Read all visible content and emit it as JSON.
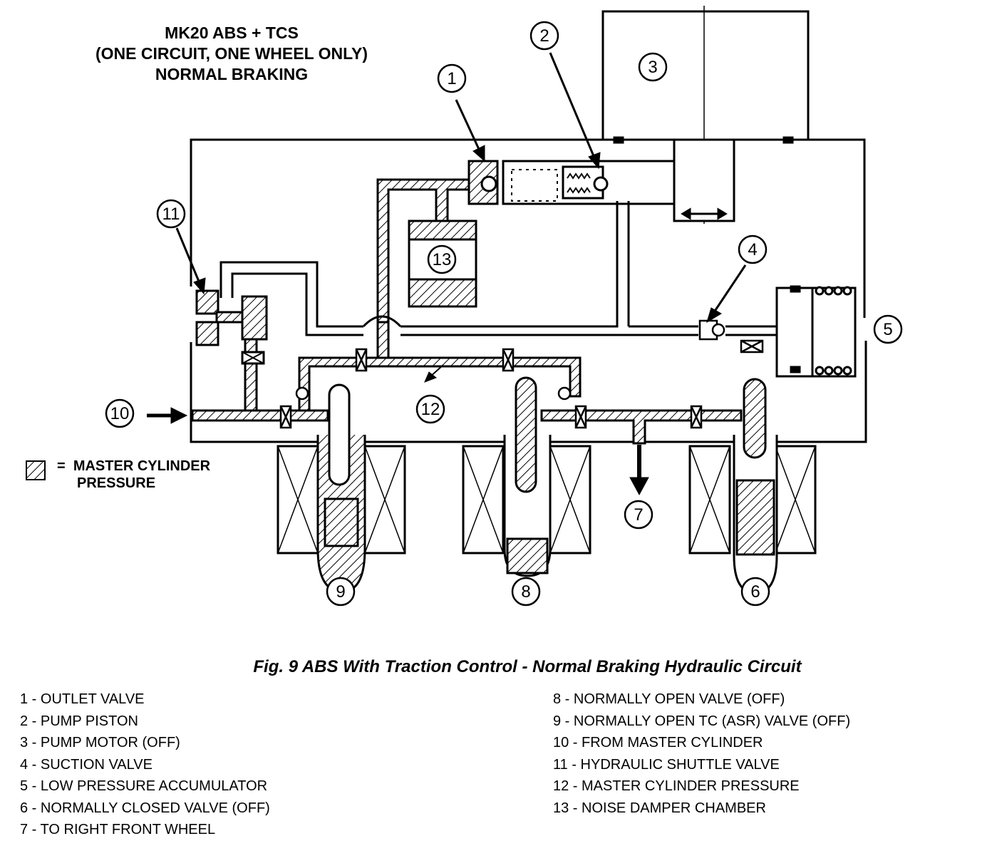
{
  "title_lines": [
    "MK20 ABS + TCS",
    "(ONE CIRCUIT, ONE WHEEL ONLY)",
    "NORMAL BRAKING"
  ],
  "legend": {
    "symbol": "=",
    "line1": "MASTER CYLINDER",
    "line2": "PRESSURE"
  },
  "callouts": [
    "1",
    "2",
    "3",
    "4",
    "5",
    "6",
    "7",
    "8",
    "9",
    "10",
    "11",
    "12",
    "13"
  ],
  "caption": "Fig. 9 ABS With Traction Control - Normal Braking Hydraulic Circuit",
  "key_left": [
    "1 - OUTLET VALVE",
    "2 - PUMP PISTON",
    "3 - PUMP MOTOR (OFF)",
    "4 - SUCTION VALVE",
    "5 - LOW PRESSURE ACCUMULATOR",
    "6 - NORMALLY CLOSED VALVE (OFF)",
    "7 - TO RIGHT FRONT WHEEL"
  ],
  "key_right": [
    "8 - NORMALLY OPEN VALVE (OFF)",
    "9 - NORMALLY OPEN TC (ASR) VALVE (OFF)",
    "10 - FROM MASTER CYLINDER",
    "11 - HYDRAULIC SHUTTLE VALVE",
    "12 - MASTER CYLINDER PRESSURE",
    "13 - NOISE DAMPER CHAMBER"
  ]
}
